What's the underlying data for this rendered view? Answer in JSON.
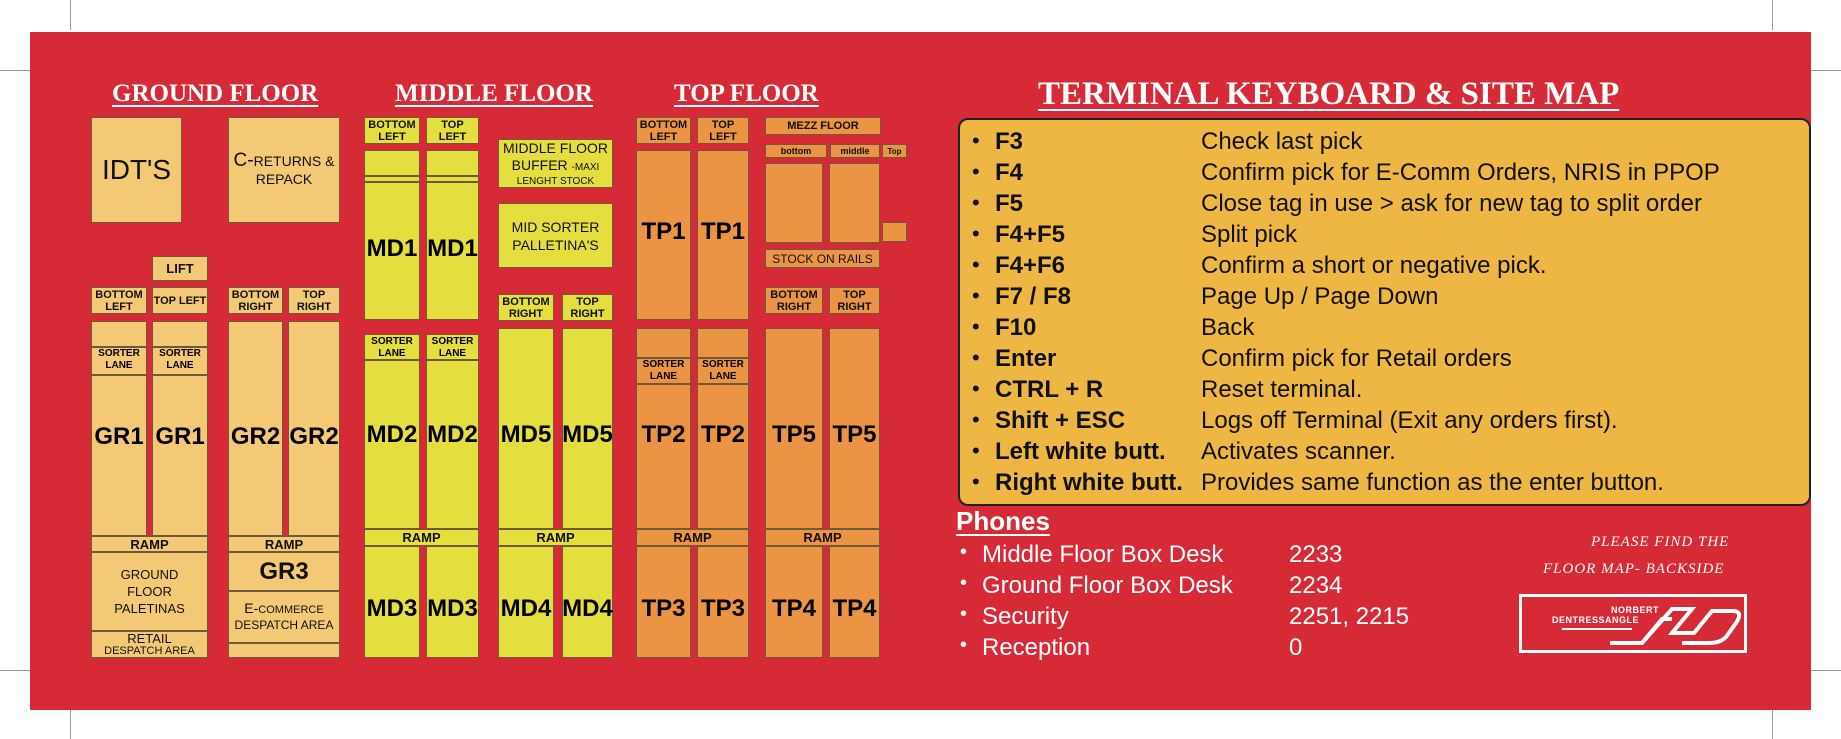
{
  "floors": {
    "ground_title": "GROUND FLOOR",
    "middle_title": "MIDDLE FLOOR",
    "top_title": "TOP FLOOR"
  },
  "ground": {
    "idts": "IDT'S",
    "returns_big": "C-",
    "returns_small": "RETURNS &",
    "returns_line2": "REPACK",
    "lift": "LIFT",
    "bottom_left": "BOTTOM LEFT",
    "top_left": "TOP LEFT",
    "bottom_right": "BOTTOM RIGHT",
    "top_right": "TOP RIGHT",
    "sorter_lane": "SORTER LANE",
    "gr1": "GR1",
    "gr2": "GR2",
    "gr3": "GR3",
    "ramp": "RAMP",
    "paletinas": "GROUND FLOOR PALETINAS",
    "ecommerce_big": "E-",
    "ecommerce_small": "COMMERCE",
    "ecommerce_line2": "DESPATCH AREA",
    "retail": "RETAIL",
    "retail_small": "DESPATCH AREA"
  },
  "middle": {
    "bottom_left": "BOTTOM LEFT",
    "top_left": "TOP LEFT",
    "buffer_line1": "MIDDLE FLOOR",
    "buffer_line2": "BUFFER",
    "buffer_maxi": "-MAXI",
    "buffer_line3": "LENGHT STOCK",
    "mid_sorter": "MID SORTER PALLETINA'S",
    "bottom_right": "BOTTOM RIGHT",
    "top_right": "TOP RIGHT",
    "sorter_lane": "SORTER LANE",
    "md1": "MD1",
    "md2": "MD2",
    "md3": "MD3",
    "md4": "MD4",
    "md5": "MD5",
    "ramp": "RAMP"
  },
  "top": {
    "bottom_left": "BOTTOM LEFT",
    "top_left": "TOP LEFT",
    "mezz": "MEZZ FLOOR",
    "mezz_bottom": "bottom",
    "mezz_middle": "middle",
    "mezz_top": "Top",
    "stock_on_rails": "STOCK ON RAILS",
    "bottom_right": "BOTTOM RIGHT",
    "top_right": "TOP RIGHT",
    "sorter_lane": "SORTER LANE",
    "tp1": "TP1",
    "tp2": "TP2",
    "tp3": "TP3",
    "tp4": "TP4",
    "tp5": "TP5",
    "ramp": "RAMP"
  },
  "keyboard": {
    "title": "TERMINAL KEYBOARD & SITE MAP",
    "bullet": "•",
    "items": [
      {
        "key": "F3",
        "desc": "Check last pick"
      },
      {
        "key": "F4",
        "desc": "Confirm pick for E-Comm Orders, NRIS in PPOP"
      },
      {
        "key": "F5",
        "desc": "Close tag in use > ask for new tag to split order"
      },
      {
        "key": "F4+F5",
        "desc": "Split pick"
      },
      {
        "key": "F4+F6",
        "desc": "Confirm a short or negative pick."
      },
      {
        "key": "F7 / F8",
        "desc": "Page Up / Page Down"
      },
      {
        "key": "F10",
        "desc": "Back"
      },
      {
        "key": "Enter",
        "desc": "Confirm pick for Retail orders"
      },
      {
        "key": "CTRL + R",
        "desc": "Reset terminal."
      },
      {
        "key": "Shift + ESC",
        "desc": "Logs off Terminal (Exit any orders first)."
      },
      {
        "key": "Left white butt.",
        "desc": "Activates scanner."
      },
      {
        "key": "Right white butt.",
        "desc": "Provides same function as the enter button."
      }
    ]
  },
  "phones": {
    "title": "Phones",
    "bullet": "•",
    "items": [
      {
        "name": "Middle Floor Box Desk",
        "number": "2233"
      },
      {
        "name": "Ground Floor Box Desk",
        "number": "2234"
      },
      {
        "name": "Security",
        "number": "2251, 2215"
      },
      {
        "name": "Reception",
        "number": "0"
      }
    ]
  },
  "notice": {
    "line1": "PLEASE FIND THE",
    "line2": "FLOOR MAP- BACKSIDE"
  },
  "logo": {
    "line1": "NORBERT",
    "line2": "DENTRESSANGLE"
  }
}
